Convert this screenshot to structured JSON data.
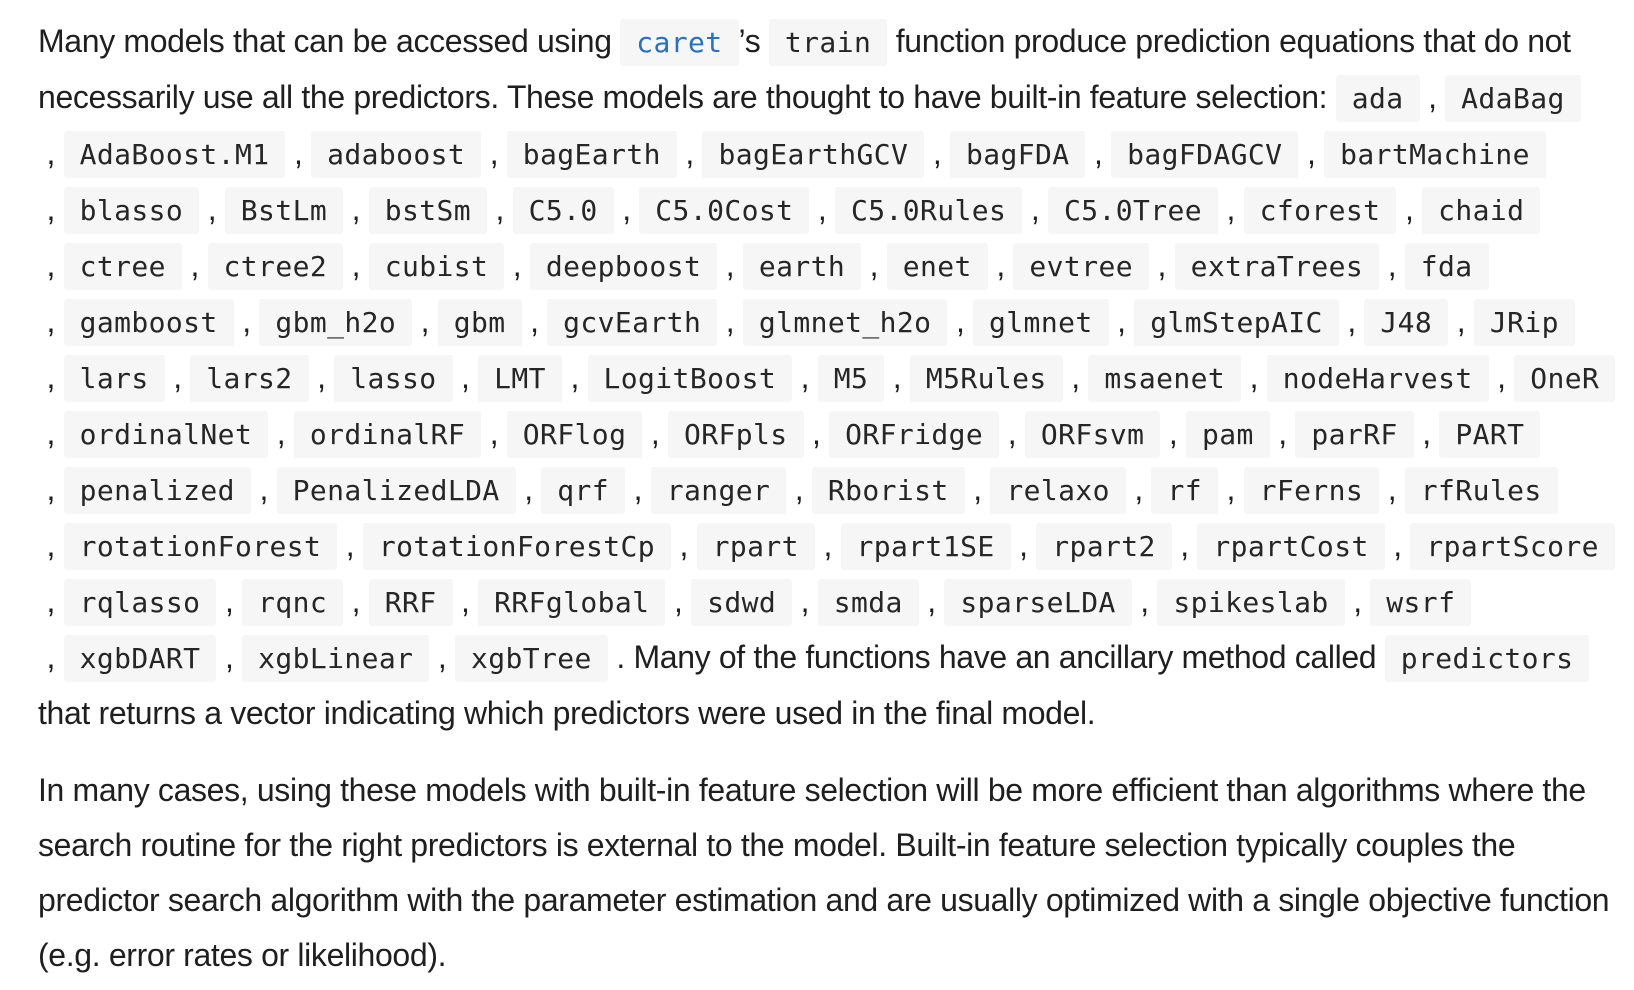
{
  "paragraph1": {
    "intro": "Many models that can be accessed using ",
    "caret_link": "caret",
    "possessive": "’s ",
    "train_code": "train",
    "intro_rest": " function produce prediction equations that do not necessarily use all the predictors. These models are thought to have built-in feature selection: ",
    "models": [
      "ada",
      "AdaBag",
      "AdaBoost.M1",
      "adaboost",
      "bagEarth",
      "bagEarthGCV",
      "bagFDA",
      "bagFDAGCV",
      "bartMachine",
      "blasso",
      "BstLm",
      "bstSm",
      "C5.0",
      "C5.0Cost",
      "C5.0Rules",
      "C5.0Tree",
      "cforest",
      "chaid",
      "ctree",
      "ctree2",
      "cubist",
      "deepboost",
      "earth",
      "enet",
      "evtree",
      "extraTrees",
      "fda",
      "gamboost",
      "gbm_h2o",
      "gbm",
      "gcvEarth",
      "glmnet_h2o",
      "glmnet",
      "glmStepAIC",
      "J48",
      "JRip",
      "lars",
      "lars2",
      "lasso",
      "LMT",
      "LogitBoost",
      "M5",
      "M5Rules",
      "msaenet",
      "nodeHarvest",
      "OneR",
      "ordinalNet",
      "ordinalRF",
      "ORFlog",
      "ORFpls",
      "ORFridge",
      "ORFsvm",
      "pam",
      "parRF",
      "PART",
      "penalized",
      "PenalizedLDA",
      "qrf",
      "ranger",
      "Rborist",
      "relaxo",
      "rf",
      "rFerns",
      "rfRules",
      "rotationForest",
      "rotationForestCp",
      "rpart",
      "rpart1SE",
      "rpart2",
      "rpartCost",
      "rpartScore",
      "rqlasso",
      "rqnc",
      "RRF",
      "RRFglobal",
      "sdwd",
      "smda",
      "sparseLDA",
      "spikeslab",
      "wsrf",
      "xgbDART",
      "xgbLinear",
      "xgbTree"
    ],
    "separator": " , ",
    "after_models": " . Many of the functions have an ancillary method called ",
    "predictors_code": "predictors",
    "closing": " that returns a vector indicating which predictors were used in the final model."
  },
  "paragraph2": {
    "text": "In many cases, using these models with built-in feature selection will be more efficient than algorithms where the search routine for the right predictors is external to the model. Built-in feature selection typically couples the predictor search algorithm with the parameter estimation and are usually optimized with a single objective function (e.g. error rates or likelihood)."
  },
  "colors": {
    "text": "#1f1f1f",
    "code_background": "#f6f6f6",
    "link": "#2a6fc0"
  }
}
